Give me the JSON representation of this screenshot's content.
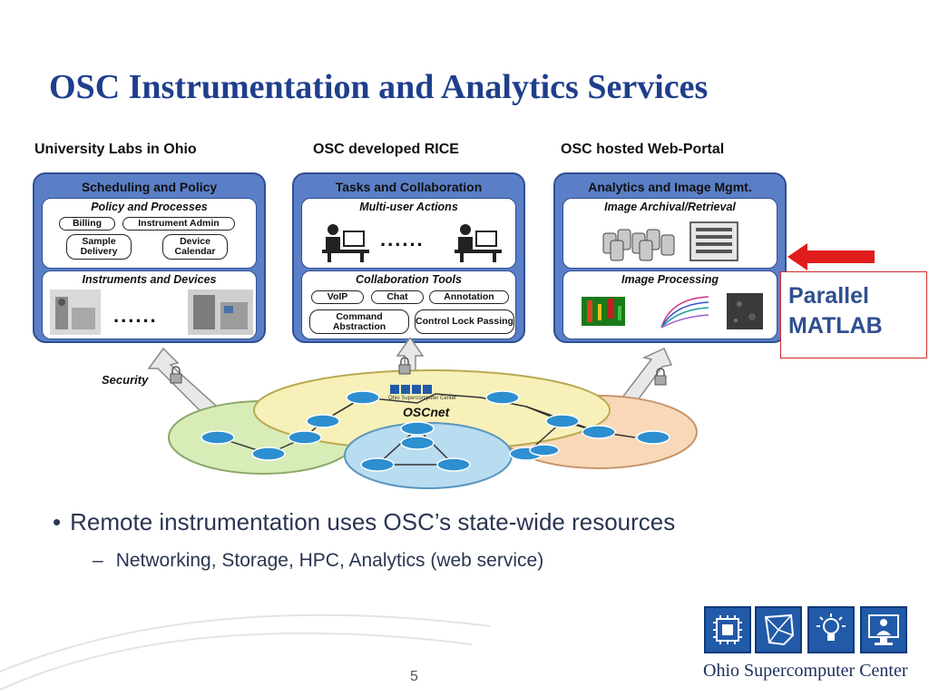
{
  "slide": {
    "title": "OSC Instrumentation and Analytics Services",
    "page_number": "5"
  },
  "diagram": {
    "panels": [
      {
        "header": "University Labs in Ohio",
        "title": "Scheduling and Policy",
        "box1_title": "Policy and Processes",
        "pills": [
          "Billing",
          "Instrument Admin",
          "Sample Delivery",
          "Device Calendar"
        ],
        "box2_title": "Instruments and Devices",
        "dots": "......"
      },
      {
        "header": "OSC developed RICE",
        "title": "Tasks and Collaboration",
        "box1_title": "Multi-user Actions",
        "dots": "......",
        "box2_title": "Collaboration Tools",
        "pills": [
          "VoIP",
          "Chat",
          "Annotation",
          "Command Abstraction",
          "Control Lock Passing"
        ]
      },
      {
        "header": "OSC hosted Web-Portal",
        "title": "Analytics and Image Mgmt.",
        "box1_title": "Image Archival/Retrieval",
        "box2_title": "Image Processing"
      }
    ],
    "security_label": "Security",
    "network_label": "OSCnet",
    "network_logo_text": "Ohio Supercomputer Center",
    "callout": {
      "line1": "Parallel",
      "line2": "MATLAB"
    },
    "colors": {
      "panel_fill": "#5b7fc7",
      "panel_border": "#2e4f93",
      "ellipse_yellow": "#f7f0b8",
      "ellipse_green": "#d8ecb8",
      "ellipse_orange": "#f8d8b8",
      "ellipse_blue": "#b8dcf0",
      "router": "#2d8fd0",
      "arrow_red": "#e01c1c"
    }
  },
  "bullets": [
    {
      "symbol": "•",
      "text": "Remote instrumentation uses OSC’s state-wide resources"
    },
    {
      "symbol": "–",
      "text": "Networking, Storage, HPC, Analytics (web service)"
    }
  ],
  "footer": {
    "logo_text": "Ohio Supercomputer Center",
    "logo_icons": [
      "chip-icon",
      "ohio-map-icon",
      "lightbulb-icon",
      "monitor-person-icon"
    ]
  }
}
